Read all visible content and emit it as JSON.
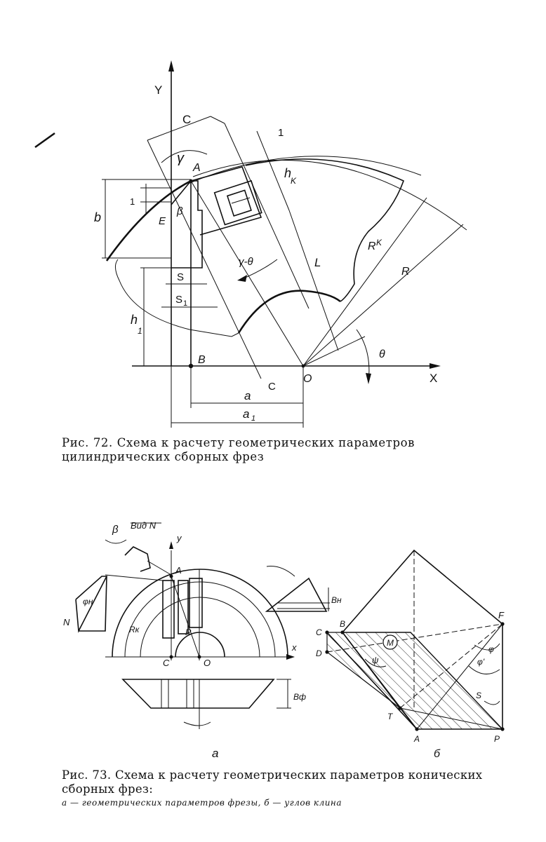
{
  "figure72": {
    "caption": "Рис. 72. Схема к расчету геометрических параметров цилиндрических сборных фрез",
    "labels": {
      "y": "Y",
      "x": "X",
      "o": "O",
      "b_point": "B",
      "a": "A",
      "e": "E",
      "c_top": "C",
      "c_bottom": "C",
      "gamma": "γ",
      "beta": "β",
      "gamma_theta": "γ-θ",
      "theta": "θ",
      "one_top": "1",
      "one_left": "1",
      "hk": "h",
      "hk_sub": "K",
      "l": "L",
      "rk": "R",
      "rk_sub": "K",
      "r": "R",
      "b": "b",
      "h1": "h",
      "h1_sub": "1",
      "s": "S",
      "s1": "S",
      "s1_sub": "1",
      "a_dim": "a",
      "a1": "a",
      "a1_sub": "1"
    }
  },
  "figure73": {
    "caption": "Рис. 73. Схема к расчету геометрических параметров конических сборных фрез:",
    "subcaption": "а — геометрических параметров фрезы, б — углов клина",
    "labels": {
      "view_n": "Вид N",
      "beta": "β",
      "y": "y",
      "a": "A",
      "n": "N",
      "phi_h": "φн",
      "rk": "Rк",
      "r": "R",
      "c": "C",
      "o": "O",
      "x": "x",
      "part_a": "а",
      "part_b": "б",
      "b": "B",
      "c_right": "C",
      "d": "D",
      "m": "M",
      "psi": "ψ",
      "t": "T",
      "a_right": "A",
      "p": "P",
      "s": "S",
      "f": "F",
      "phi": "φ",
      "phi_prime": "φ'",
      "bf": "Bф",
      "bn": "Bн"
    }
  }
}
